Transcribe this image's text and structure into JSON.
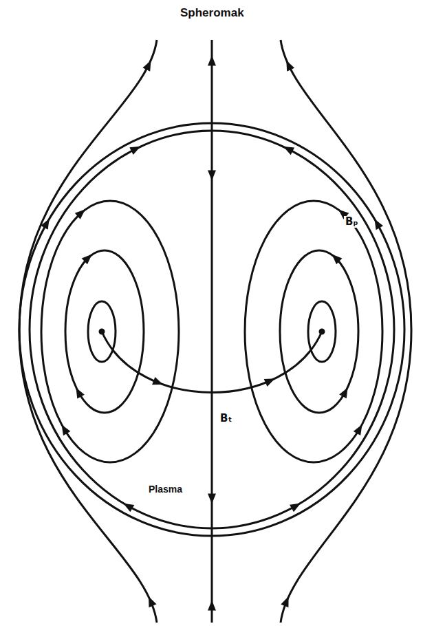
{
  "diagram": {
    "title": "Spheromak",
    "labels": [
      "Bₚ",
      "Bₜ",
      "Plasma"
    ]
  }
}
